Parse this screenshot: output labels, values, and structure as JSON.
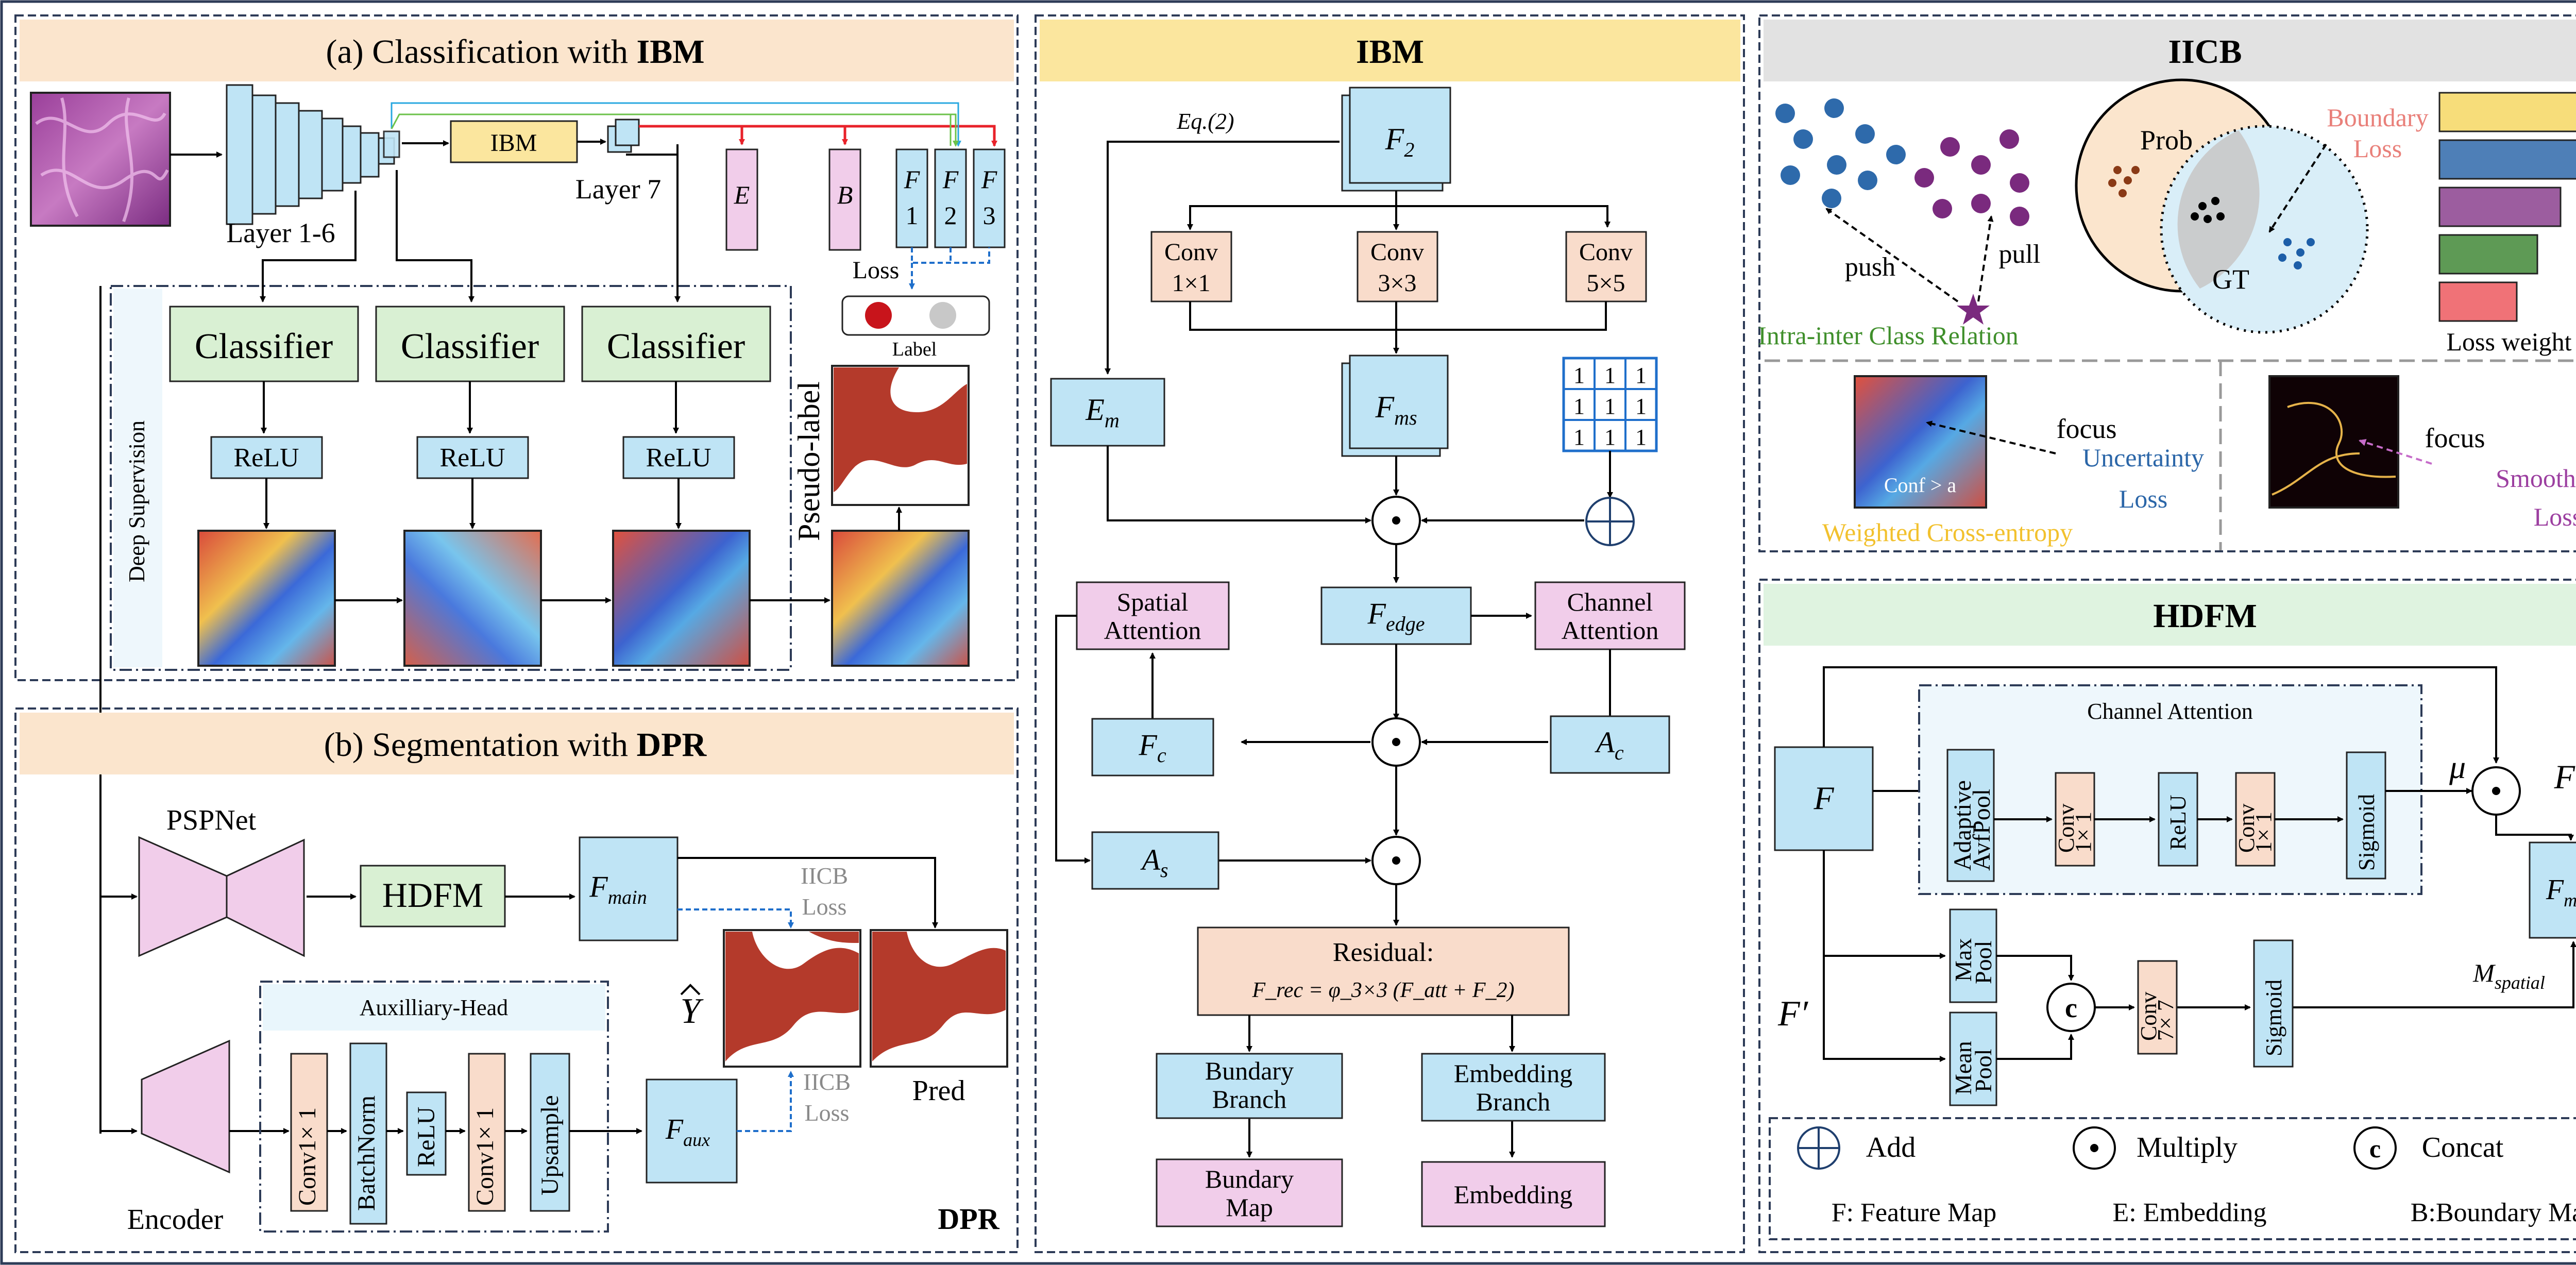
{
  "colors": {
    "panel_header_a": "#fbe5cd",
    "panel_header_ibm": "#fbe69e",
    "panel_header_iicb": "#e2e2e2",
    "panel_header_hdfm": "#dff3e0",
    "feature_blue": "#bfe4f5",
    "conv_peach": "#f9dccb",
    "embed_pink": "#f1cdea",
    "classifier_green": "#d9f0d3",
    "ibm_yellow": "#fbe69e",
    "arrow_red": "#e8222a",
    "arrow_green": "#6cc24a",
    "arrow_cyan": "#29a8e0",
    "dashed_blue": "#1f6fcb",
    "purple": "#7a2a7e",
    "navy": "#1d5ea8",
    "green_text": "#3f8f2b",
    "salmon_text": "#e9807a",
    "orange_text": "#f2c12e",
    "blue_text": "#2b66a8",
    "gray_text": "#8a8a8a",
    "loss_bars": [
      "#f7dd7a",
      "#4e7fb7",
      "#9c5d9f",
      "#5e9a55",
      "#f07277"
    ],
    "tissue_red": "#b43a2b"
  },
  "panel_a": {
    "title_prefix": "(a) Classification with ",
    "title_bold": "IBM",
    "layer16": "Layer 1-6",
    "layer7": "Layer 7",
    "ibm": "IBM",
    "E": "E",
    "B": "B",
    "F1": [
      "F",
      "1"
    ],
    "F2": [
      "F",
      "2"
    ],
    "F3": [
      "F",
      "3"
    ],
    "loss": "Loss",
    "label": "Label",
    "classifier": "Classifier",
    "relu": "ReLU",
    "deep_supervision": "Deep Supervision",
    "pseudo_label": "Pseudo-label"
  },
  "panel_b": {
    "title_prefix": "(b) Segmentation with ",
    "title_bold": "DPR",
    "pspnet": "PSPNet",
    "hdfm": "HDFM",
    "f_main": [
      "F",
      "main"
    ],
    "iicb_loss_top": [
      "IICB",
      "Loss"
    ],
    "iicb_loss_bottom": [
      "IICB",
      "Loss"
    ],
    "y_hat": "Y",
    "pred": "Pred",
    "encoder": "Encoder",
    "aux_head": "Auxilliary-Head",
    "aux_blocks": [
      "Conv1× 1",
      "BatchNorm",
      "ReLU",
      "Conv1× 1",
      "Upsample"
    ],
    "f_aux": [
      "F",
      "aux"
    ],
    "dpr": "DPR"
  },
  "panel_ibm": {
    "title": "IBM",
    "eq": "Eq.(2)",
    "f2": [
      "F",
      "2"
    ],
    "conv1": [
      "Conv",
      "1×1"
    ],
    "conv3": [
      "Conv",
      "3×3"
    ],
    "conv5": [
      "Conv",
      "5×5"
    ],
    "em": [
      "E",
      "m"
    ],
    "fms": [
      "F",
      "ms"
    ],
    "grid_value": "1",
    "spatial_attention": [
      "Spatial",
      "Attention"
    ],
    "fedge": [
      "F",
      "edge"
    ],
    "channel_attention": [
      "Channel",
      "Attention"
    ],
    "fc": [
      "F",
      "c"
    ],
    "ac": [
      "A",
      "c"
    ],
    "as": [
      "A",
      "s"
    ],
    "residual": "Residual:",
    "residual_formula": "F_rec = φ_3×3 (F_att + F_2)",
    "bundary_branch": [
      "Bundary",
      "Branch"
    ],
    "embedding_branch": [
      "Embedding",
      "Branch"
    ],
    "bundary_map": [
      "Bundary",
      "Map"
    ],
    "embedding": "Embedding"
  },
  "panel_iicb": {
    "title": "IICB",
    "push": "push",
    "pull": "pull",
    "intra_inter": "Intra-inter Class Relation",
    "prob": "Prob",
    "gt": "GT",
    "boundary_loss": [
      "Boundary",
      "Loss"
    ],
    "loss_weight": "Loss weight",
    "conf": "Conf > a",
    "focus1": "focus",
    "uncertainty_loss": [
      "Uncertainty",
      "Loss"
    ],
    "weighted_ce": "Weighted Cross-entropy",
    "focus2": "focus",
    "smoothness_loss": [
      "Smoothness",
      "Loss"
    ]
  },
  "panel_hdfm": {
    "title": "HDFM",
    "F": "F",
    "channel_attention": "Channel Attention",
    "adaptive": [
      "Adaptive",
      "AvfPool"
    ],
    "conv_a": [
      "Conv",
      "1× 1"
    ],
    "relu": "ReLU",
    "conv_b": [
      "Conv",
      "1× 1"
    ],
    "sigmoid": "Sigmoid",
    "mu": "μ",
    "f_prime": "F′",
    "f_main": [
      "F",
      "main"
    ],
    "f_prime_left": "F′",
    "max_pool": [
      "Max",
      "Pool"
    ],
    "mean_pool": [
      "Mean",
      "Pool"
    ],
    "conv7": [
      "Conv",
      "7× 7"
    ],
    "sigmoid2": "Sigmoid",
    "m_spatial": [
      "M",
      "spatial"
    ]
  },
  "legend": {
    "add": "Add",
    "multiply": "Multiply",
    "concat": "Concat",
    "f_def": "F: Feature Map",
    "e_def": "E: Embedding",
    "b_def": "B:Boundary Map"
  }
}
